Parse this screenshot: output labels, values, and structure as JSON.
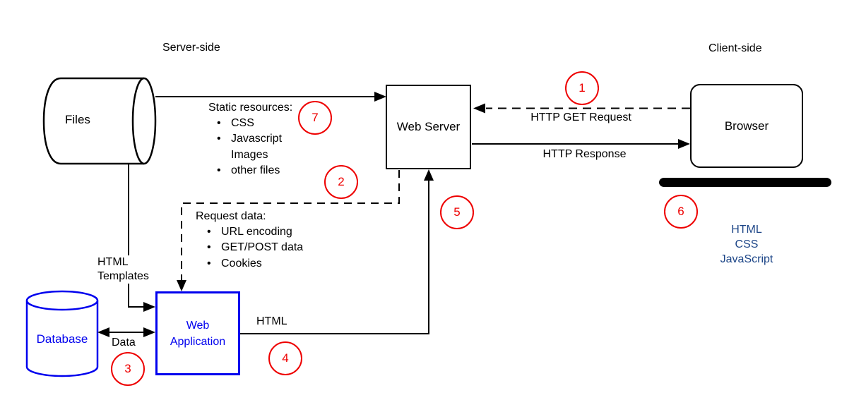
{
  "labels": {
    "server_side": "Server-side",
    "client_side": "Client-side"
  },
  "nodes": {
    "files": "Files",
    "web_server": "Web Server",
    "browser": "Browser",
    "database": "Database",
    "web_application": "Web Application"
  },
  "edges": {
    "http_get_request": "HTTP GET Request",
    "http_response": "HTTP Response",
    "html_templates": "HTML Templates",
    "data": "Data",
    "html": "HTML"
  },
  "static_resources": {
    "title": "Static resources:",
    "items": [
      "CSS",
      "Javascript",
      "Images",
      "other files"
    ]
  },
  "request_data": {
    "title": "Request data:",
    "items": [
      "URL encoding",
      "GET/POST data",
      "Cookies"
    ]
  },
  "client_tech": [
    "HTML",
    "CSS",
    "JavaScript"
  ],
  "steps": [
    "1",
    "2",
    "3",
    "4",
    "5",
    "6",
    "7"
  ],
  "colors": {
    "line_black": "#000000",
    "accent_blue": "#0000ee",
    "tech_text_blue": "#1c4587",
    "step_red": "#ee0000"
  }
}
